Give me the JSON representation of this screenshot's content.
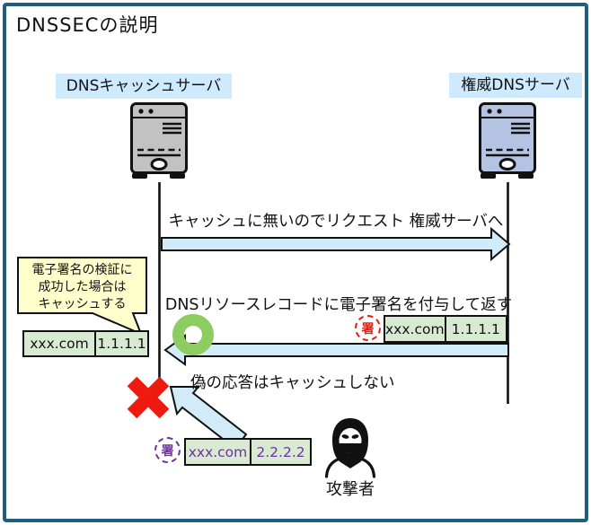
{
  "title": "DNSSECの説明",
  "actors": {
    "cache_server": "DNSキャッシュサーバ",
    "auth_server": "権威DNSサーバ",
    "attacker": "攻撃者"
  },
  "messages": {
    "request": "キャッシュに無いのでリクエスト 権威サーバへ",
    "signed_response": "DNSリソースレコードに電子署名を付与して返す",
    "fake_response": "偽の応答はキャッシュしない"
  },
  "callout": {
    "line1": "電子署名の検証に",
    "line2": "成功した場合は",
    "line3": "キャッシュする"
  },
  "stamp_label": "署",
  "records": {
    "cached": {
      "name": "xxx.com",
      "ip": "1.1.1.1"
    },
    "signed": {
      "name": "xxx.com",
      "ip": "1.1.1.1"
    },
    "fake": {
      "name": "xxx.com",
      "ip": "2.2.2.2"
    }
  },
  "colors": {
    "frame": "#1f5e7d",
    "actor_label_bg": "#cdeaff",
    "arrow_fill": "#d2ebf9",
    "callout_bg": "#ffffcc",
    "record_bg": "#d9ead3",
    "ok_ring": "#8ccc60",
    "ng_cross": "#ee1a10",
    "stamp_valid": "#e8190f",
    "stamp_fake": "#7030a0",
    "cache_server_fill": "#c2c2c2",
    "auth_server_fill": "#b5c3e2"
  }
}
